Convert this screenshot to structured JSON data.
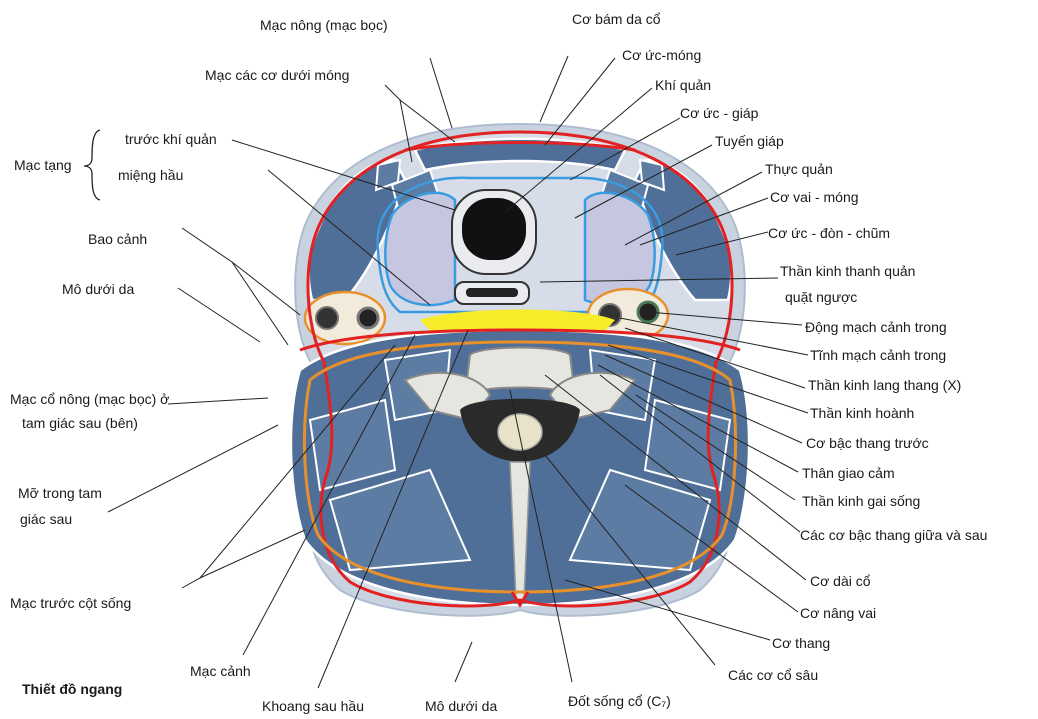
{
  "title": "Thiết đồ ngang",
  "brace_label": "Mạc tạng",
  "labels": {
    "mac_nong": "Mạc nông (mạc bọc)",
    "co_bam_da_co": "Cơ bám da cổ",
    "mac_cac_co_duoi_mong": "Mạc các cơ dưới móng",
    "co_uc_mong": "Cơ ức-móng",
    "khi_quan": "Khí quản",
    "co_uc_giap": "Cơ ức - giáp",
    "truoc_khi_quan": "trước khí quản",
    "tuyen_giap": "Tuyến giáp",
    "mieng_hau": "miệng hầu",
    "thuc_quan": "Thực quản",
    "co_vai_mong": "Cơ vai - móng",
    "bao_canh": "Bao cảnh",
    "co_uc_don_chum": "Cơ ức - đòn - chũm",
    "mo_duoi_da_left": "Mô dưới da",
    "tk_thanh_quan_1": "Thần kinh thanh quản",
    "tk_thanh_quan_2": "quặt ngược",
    "dm_canh_trong": "Động mạch cảnh trong",
    "tm_canh_trong": "Tĩnh mạch cảnh trong",
    "mac_co_nong_1": "Mạc cổ nông (mạc bọc) ở",
    "mac_co_nong_2": "tam giác sau (bên)",
    "tk_lang_thang": "Thần kinh lang thang (X)",
    "tk_hoanh": "Thần kinh hoành",
    "co_bac_thang_truoc": "Cơ bậc thang trước",
    "mo_trong_1": "Mỡ trong tam",
    "mo_trong_2": "giác sau",
    "than_giao_cam": "Thân giao cảm",
    "tk_gai_song": "Thần kinh gai sống",
    "co_bac_thang_giua_sau": "Các cơ bậc thang giữa và sau",
    "mac_truoc_cot_song": "Mạc trước cột sống",
    "co_dai_co": "Cơ dài cổ",
    "co_nang_vai": "Cơ nâng vai",
    "co_thang": "Cơ thang",
    "mac_canh": "Mạc cảnh",
    "cac_co_co_sau": "Các cơ cổ sâu",
    "khoang_sau_hau": "Khoang sau hầu",
    "mo_duoi_da_bottom": "Mô dưới da",
    "dot_song_co": "Đốt sống cổ (C₇)"
  },
  "colors": {
    "fascia_red": "#e22222",
    "fascia_orange": "#e8902c",
    "fascia_blue": "#3a9be0",
    "retropharyngeal_yellow": "#f6ec2a",
    "muscle_blue": "#4f6f99",
    "subcutaneous": "#c9d3e0"
  }
}
